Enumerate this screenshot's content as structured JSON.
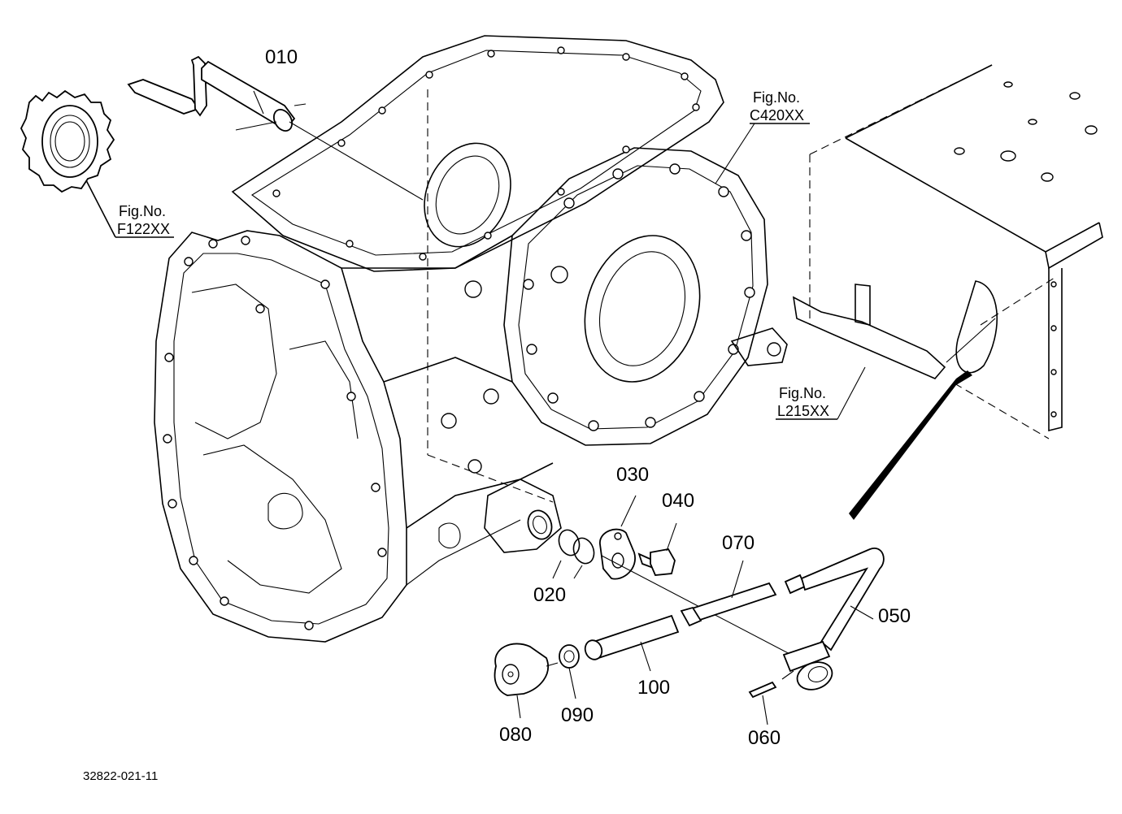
{
  "diagram": {
    "part_labels": {
      "p010": "010",
      "p020": "020",
      "p030": "030",
      "p040": "040",
      "p050": "050",
      "p060": "060",
      "p070": "070",
      "p080": "080",
      "p090": "090",
      "p100": "100"
    },
    "figure_refs": {
      "f122": {
        "line1": "Fig.No.",
        "line2": "F122XX"
      },
      "c420": {
        "line1": "Fig.No.",
        "line2": "C420XX"
      },
      "l215": {
        "line1": "Fig.No.",
        "line2": "L215XX"
      }
    },
    "drawing_code": "32822-021-11"
  }
}
